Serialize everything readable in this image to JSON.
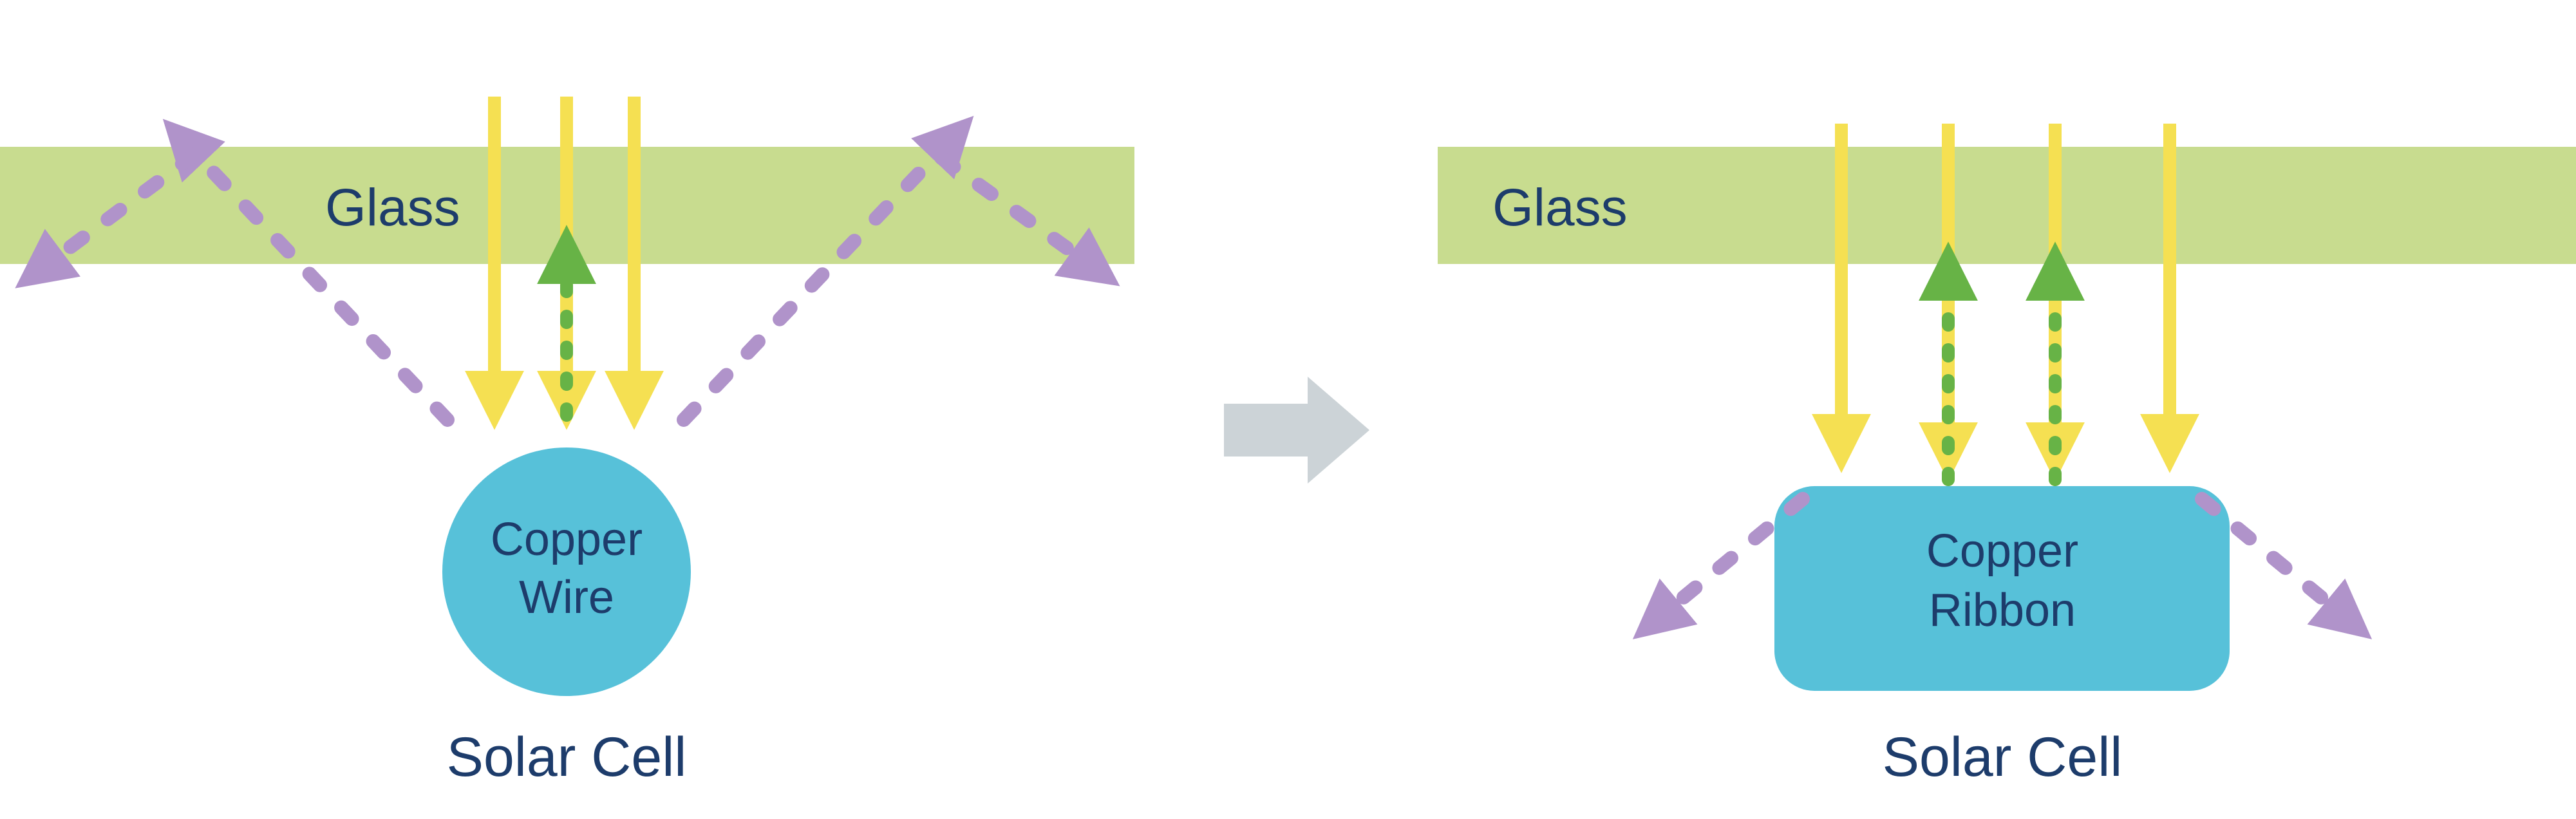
{
  "colors": {
    "glass": "#c8dc8f",
    "sunlight_yellow": "#f5e052",
    "reflected_green": "#67b346",
    "escaped_purple": "#b093ca",
    "copper_blue": "#57c1d9",
    "label_navy": "#1d3c6b",
    "transition_gray": "#ccd3d7",
    "background": "#ffffff"
  },
  "left_panel": {
    "glass_label": "Glass",
    "conductor_label_line1": "Copper",
    "conductor_label_line2": "Wire",
    "cell_label": "Solar Cell"
  },
  "right_panel": {
    "glass_label": "Glass",
    "conductor_label_line1": "Copper",
    "conductor_label_line2": "Ribbon",
    "cell_label": "Solar Cell"
  }
}
